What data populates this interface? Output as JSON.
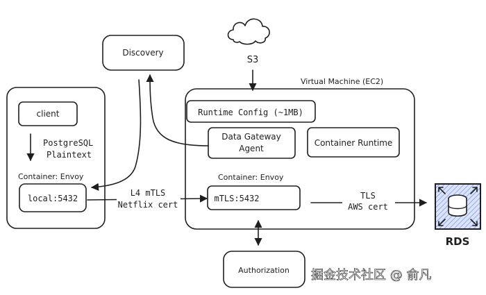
{
  "nodes": {
    "discovery": "Discovery",
    "s3": "S3",
    "vm_title": "Virtual Machine (EC2)",
    "client": "client",
    "runtime_config": "Runtime Config (~1MB)",
    "dga_line1": "Data Gateway",
    "dga_line2": "Agent",
    "container_runtime": "Container Runtime",
    "left_envoy_label": "Container: Envoy",
    "right_envoy_label": "Container: Envoy",
    "local_port": "local:5432",
    "mtls_port": "mTLS:5432",
    "authorization": "Authorization",
    "rds": "RDS"
  },
  "edges": {
    "postgres_line1": "PostgreSQL",
    "postgres_line2": "Plaintext",
    "l4_line1": "L4 mTLS",
    "l4_line2": "Netflix cert",
    "tls_line1": "TLS",
    "tls_line2": "AWS cert"
  },
  "watermark": "掘金技术社区 @ 俞凡",
  "colors": {
    "stroke": "#1e1e1e",
    "red_fill": "#ffc9c9",
    "green_fill": "#b2f2bb",
    "blue_fill": "#a5d8ff",
    "white": "#ffffff"
  }
}
